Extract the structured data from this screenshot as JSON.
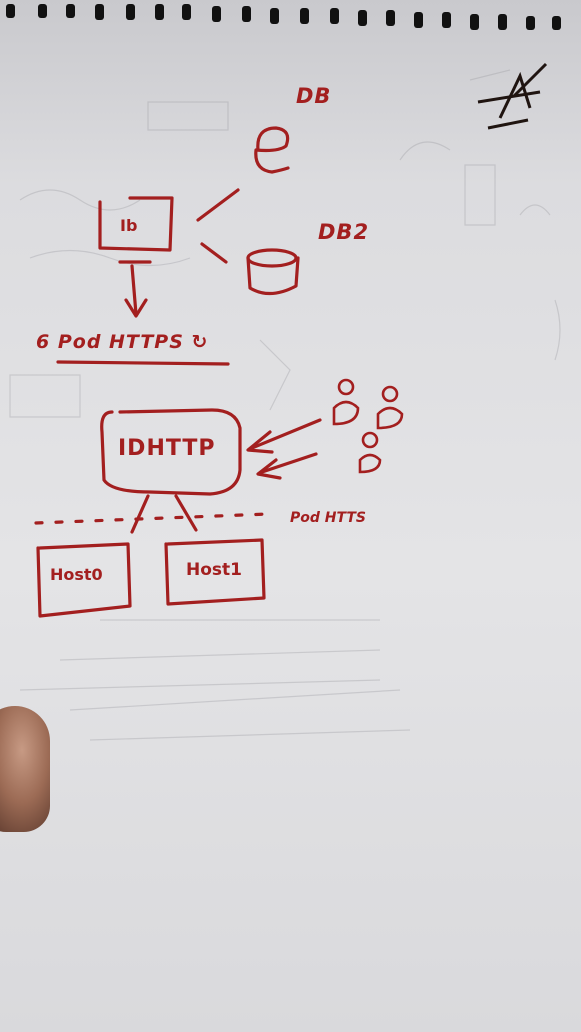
{
  "diagram": {
    "labels": {
      "db": "DB",
      "db2": "DB2",
      "ib": "Ib",
      "caption": "6 Pod HTTPS ↻",
      "idhttp": "IDHTTP",
      "pod_htts": "Pod HTTS",
      "host0": "Host0",
      "host1": "Host1"
    },
    "ink_color": "#a31f1f",
    "paper_color": "#e4e4e6"
  }
}
